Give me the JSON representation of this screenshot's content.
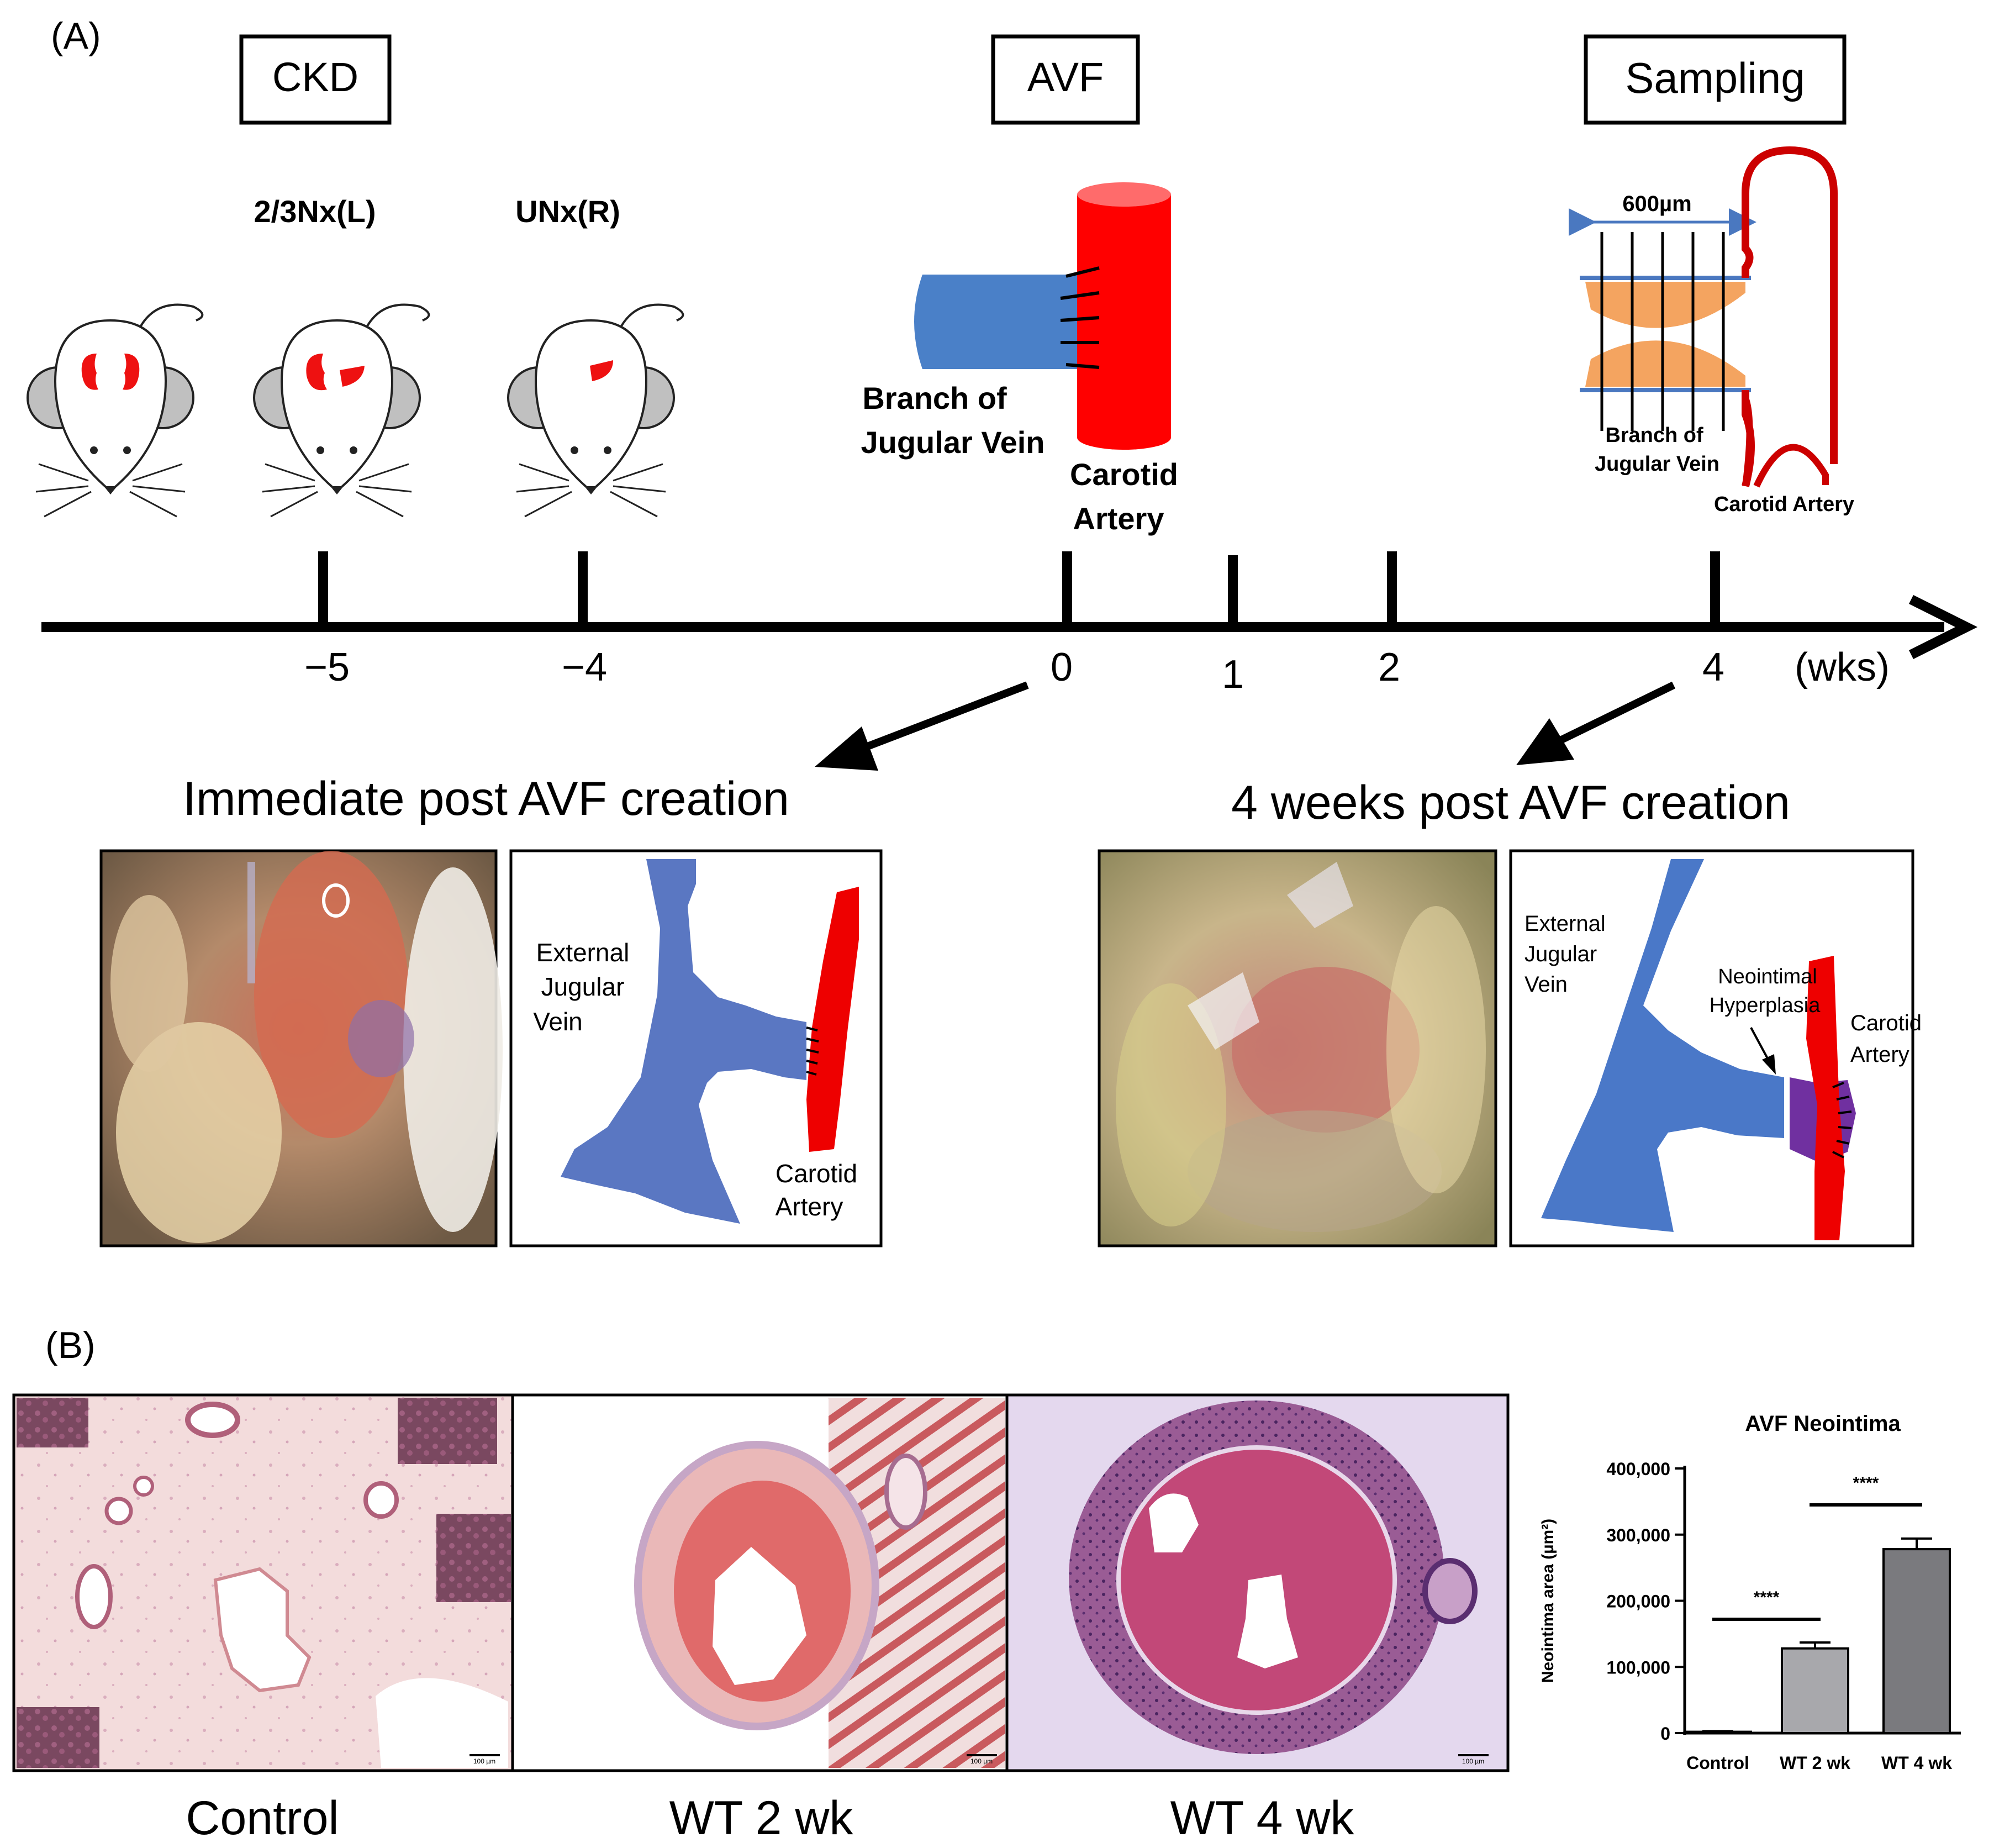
{
  "panelA": {
    "label": "(A)",
    "boxes": {
      "ckd": "CKD",
      "avf": "AVF",
      "sampling": "Sampling"
    },
    "procedures": {
      "nx": "2/3Nx(L)",
      "unx": "UNx(R)"
    },
    "avf_schematic": {
      "vein_line1": "Branch of",
      "vein_line2": "Jugular Vein",
      "artery_line1": "Carotid",
      "artery_line2": "Artery"
    },
    "sampling_schematic": {
      "length": "600µm",
      "vein_line1": "Branch of",
      "vein_line2": "Jugular Vein",
      "artery": "Carotid Artery"
    },
    "timeline": {
      "ticks": [
        "−5",
        "−4",
        "0",
        "1",
        "2",
        "4"
      ],
      "unit": "(wks)"
    },
    "immediate": {
      "title": "Immediate post AVF creation",
      "vein_line1": "External",
      "vein_line2": "Jugular",
      "vein_line3": "Vein",
      "artery_line1": "Carotid",
      "artery_line2": "Artery"
    },
    "four_weeks": {
      "title": "4 weeks post AVF creation",
      "vein_line1": "External",
      "vein_line2": "Jugular",
      "vein_line3": "Vein",
      "nih_line1": "Neointimal",
      "nih_line2": "Hyperplasia",
      "artery_line1": "Carotid",
      "artery_line2": "Artery"
    }
  },
  "panelB": {
    "label": "(B)",
    "images": [
      "Control",
      "WT 2 wk",
      "WT 4 wk"
    ],
    "scale_bar": "100 µm"
  },
  "colors": {
    "vein": "#5a77c2",
    "artery": "#ee0000",
    "kidney": "#ee0000",
    "nih": "#7030a0",
    "orange": "#f4a460",
    "bar_light": "#a8a8ac",
    "bar_dark": "#7a7a7e"
  },
  "chart_data": {
    "type": "bar",
    "title": "AVF Neointima",
    "ylabel": "Neointima area (µm²)",
    "categories": [
      "Control",
      "WT 2 wk",
      "WT 4 wk"
    ],
    "values": [
      2000,
      128000,
      278000
    ],
    "errors": [
      1000,
      9000,
      16000
    ],
    "ylim": [
      0,
      400000
    ],
    "yticks": [
      "0",
      "100,000",
      "200,000",
      "300,000",
      "400,000"
    ],
    "significance": [
      "****",
      "****"
    ]
  }
}
